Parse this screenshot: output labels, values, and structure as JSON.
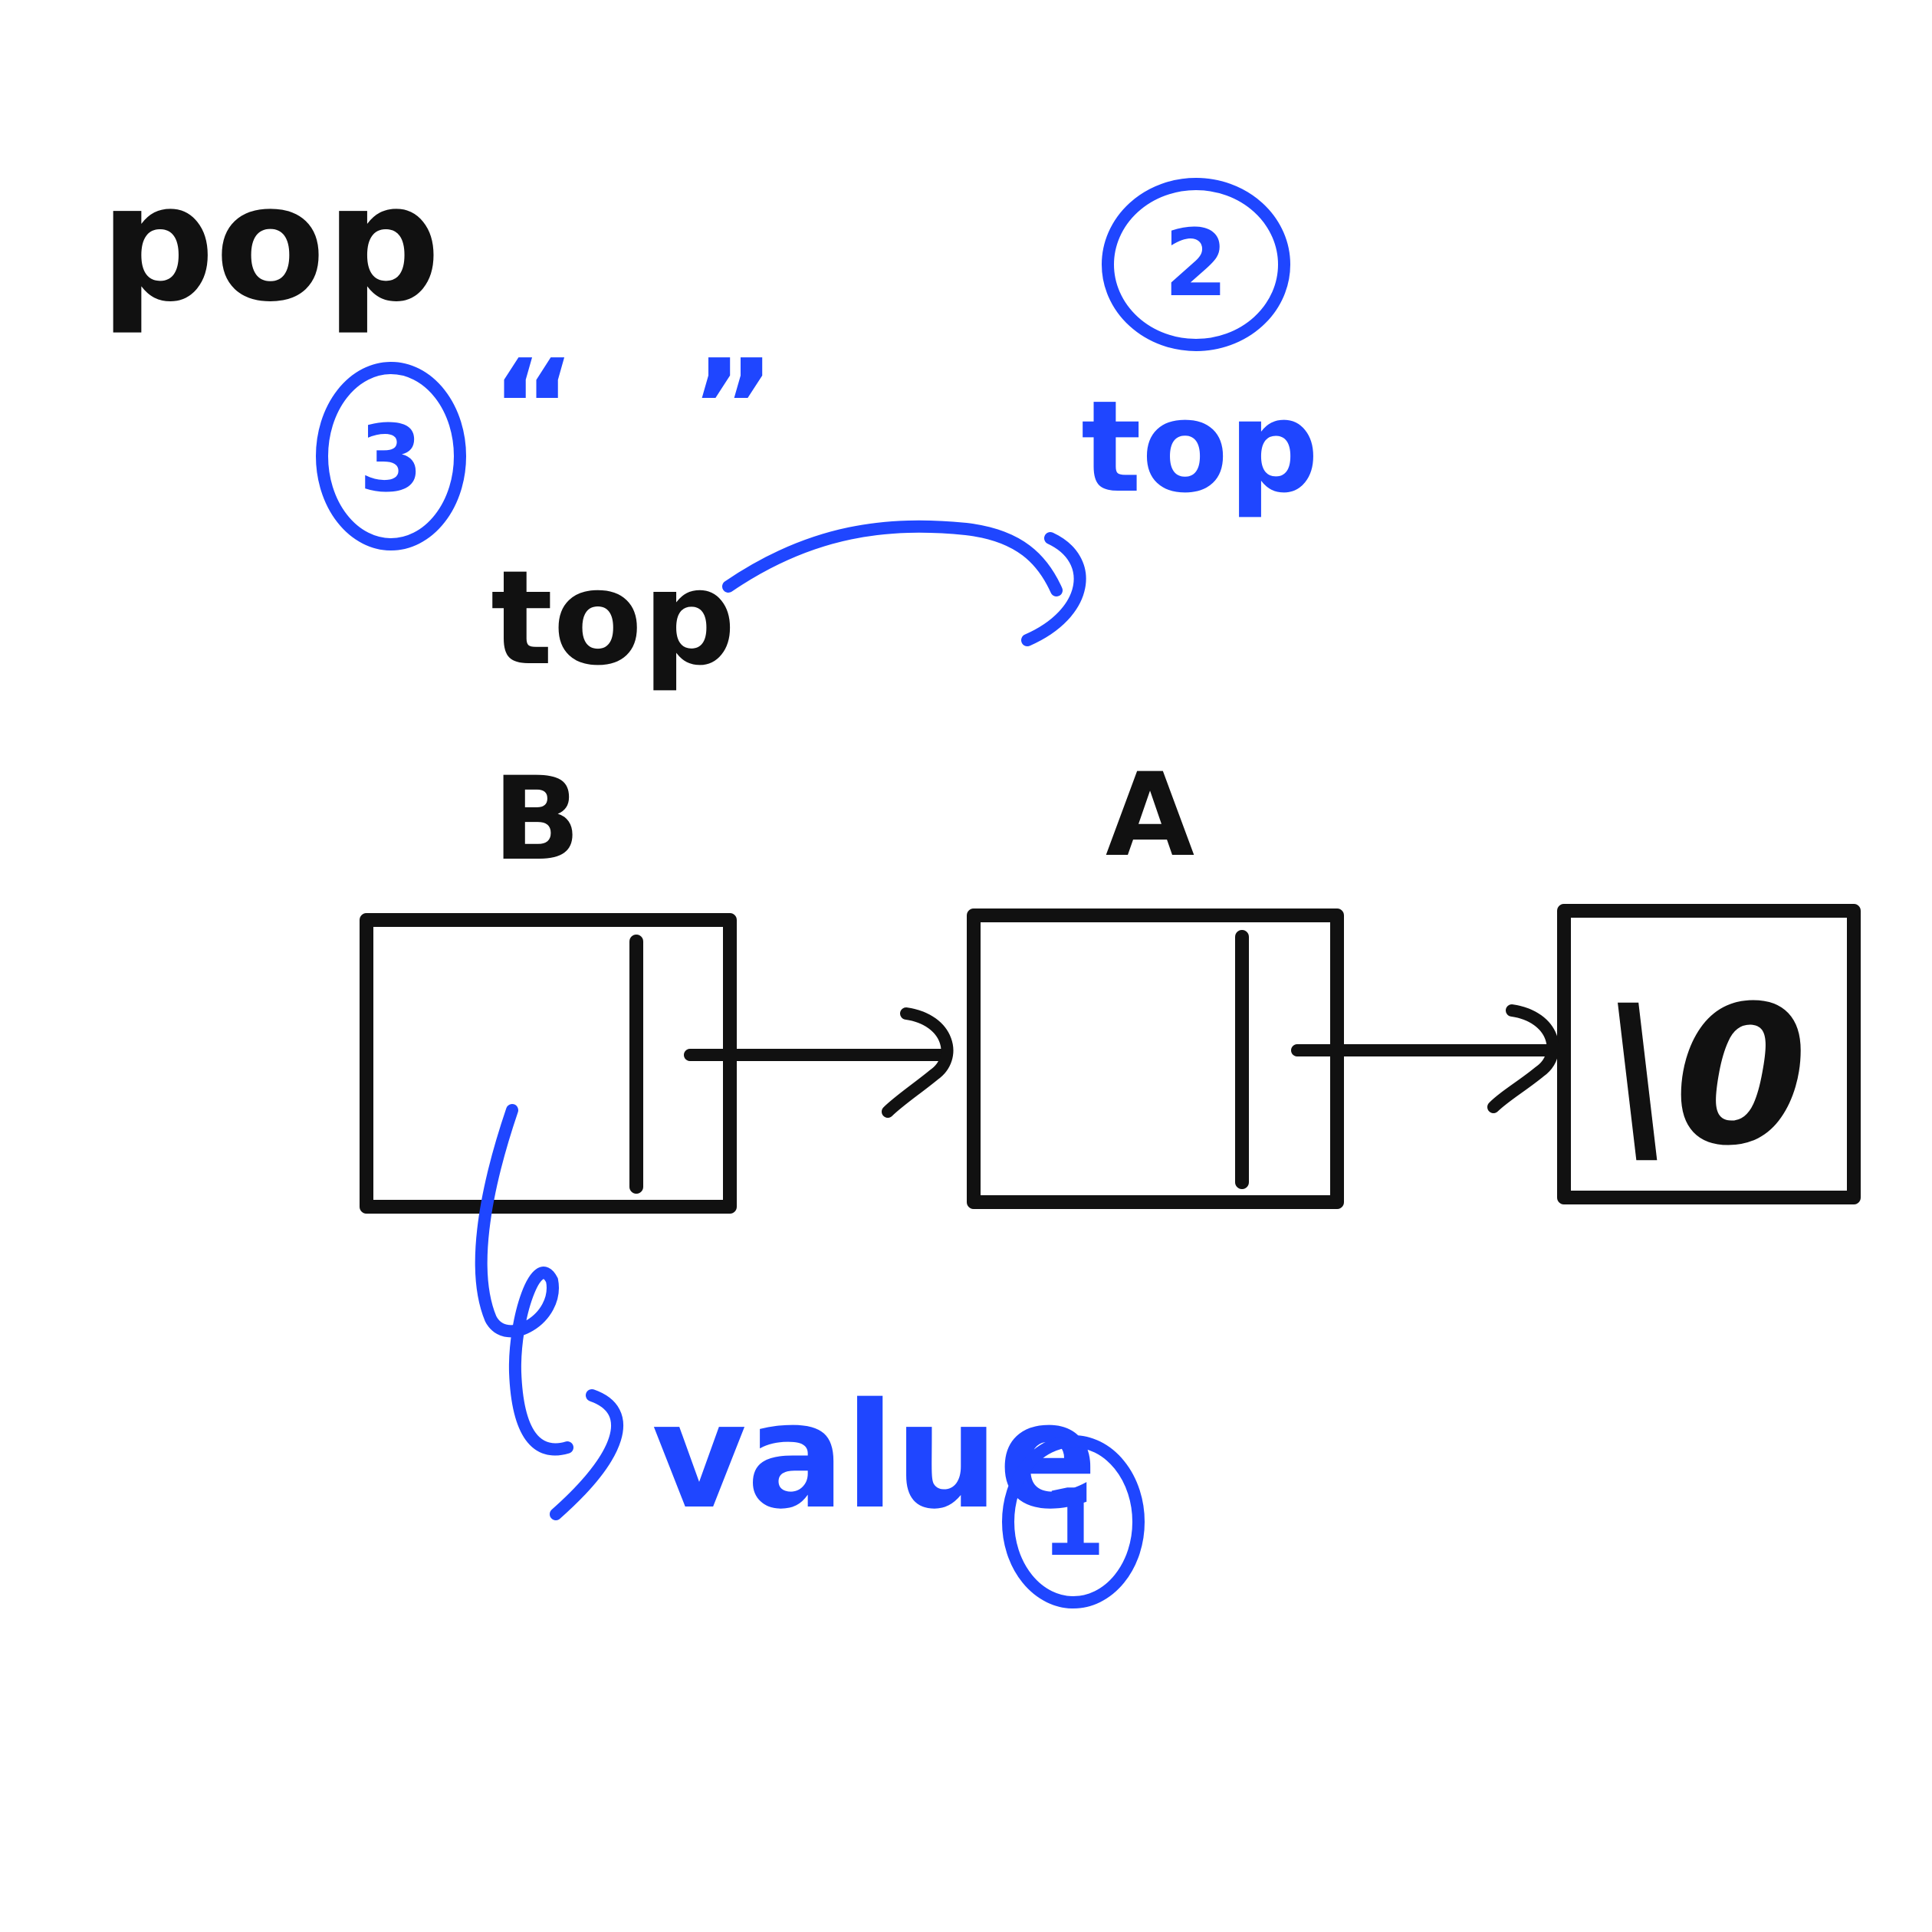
{
  "labels": {
    "operation": "pop",
    "top_current": "top",
    "top_next": "top",
    "value": "value",
    "node_b": "B",
    "node_a": "A",
    "null_terminator": "\\0",
    "step_1": "1",
    "step_2": "2",
    "step_3": "3",
    "quote_open": "“",
    "quote_close": "”"
  },
  "colors": {
    "ink": "#111111",
    "annotation": "#1f46ff",
    "background": "#ffffff"
  }
}
